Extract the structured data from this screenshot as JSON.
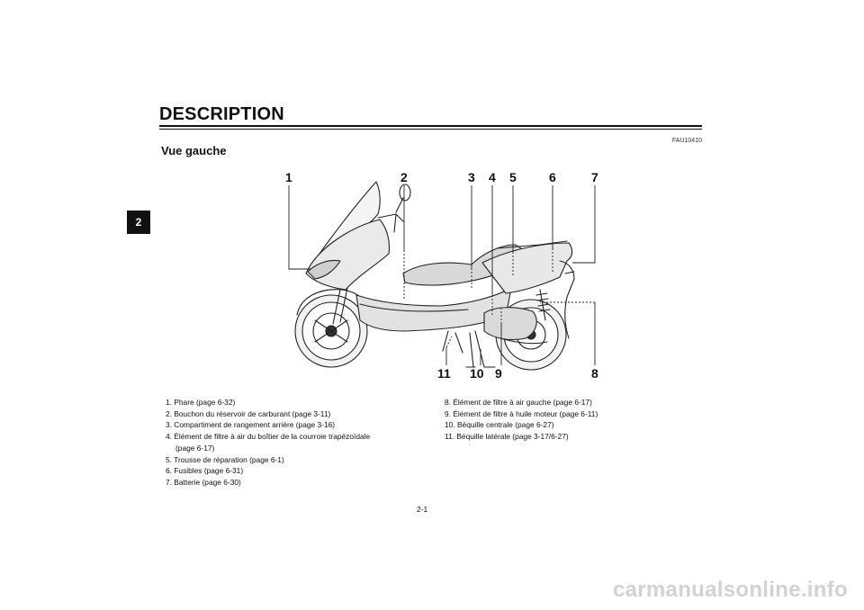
{
  "header": {
    "title": "DESCRIPTION",
    "chapter_tab": "2",
    "ref_code": "FAU10410"
  },
  "section": {
    "heading": "Vue gauche"
  },
  "diagram": {
    "callouts": [
      "1",
      "2",
      "3",
      "4",
      "5",
      "6",
      "7",
      "8",
      "9",
      "10",
      "11"
    ]
  },
  "legend": {
    "left": [
      {
        "text": "1. Phare (page 6-32)"
      },
      {
        "text": "2. Bouchon du réservoir de carburant (page 3-11)"
      },
      {
        "text": "3. Compartiment de rangement arrière (page 3-16)"
      },
      {
        "text": "4. Élément de filtre à air du boîtier de la courroie trapézoïdale",
        "cont": "(page 6-17)"
      },
      {
        "text": "5. Trousse de réparation (page 6-1)"
      },
      {
        "text": "6. Fusibles (page 6-31)"
      },
      {
        "text": "7. Batterie (page 6-30)"
      }
    ],
    "right": [
      {
        "text": "8. Élément de filtre à air gauche (page 6-17)"
      },
      {
        "text": "9. Élément de filtre à huile moteur (page 6-11)"
      },
      {
        "text": "10. Béquille centrale (page 6-27)"
      },
      {
        "text": "11. Béquille latérale (page 3-17/6-27)"
      }
    ]
  },
  "footer": {
    "page_number": "2-1",
    "watermark": "carmanualsonline.info"
  }
}
